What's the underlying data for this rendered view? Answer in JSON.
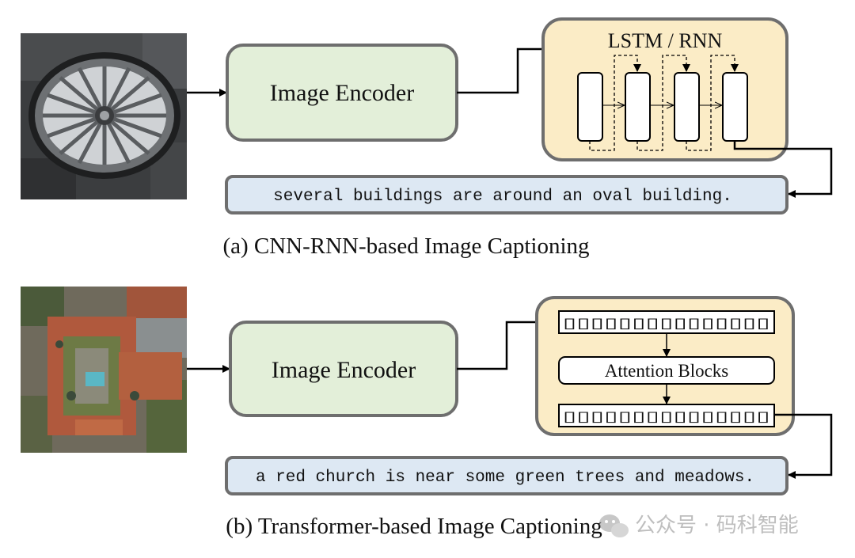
{
  "panel_a": {
    "encoder_label": "Image Encoder",
    "decoder_title": "LSTM / RNN",
    "caption_text": "several buildings are around an oval building.",
    "figure_caption": "(a) CNN-RNN-based Image Captioning",
    "image_description": "aerial-stadium-photo"
  },
  "panel_b": {
    "encoder_label": "Image Encoder",
    "token_row_top": "▯▯▯▯▯▯▯▯▯▯▯▯▯▯▯",
    "attention_label": "Attention Blocks",
    "token_row_bottom": "▯▯▯▯▯▯▯▯▯▯▯▯▯▯▯",
    "caption_text": "a red church is near some green trees and meadows.",
    "figure_caption": "(b) Transformer-based Image Captioning",
    "image_description": "aerial-church-photo"
  },
  "watermark": {
    "text": "公众号 · 码科智能",
    "icon": "wechat-icon"
  },
  "colors": {
    "encoder_fill": "#e3efd9",
    "decoder_fill": "#fbecc6",
    "caption_fill": "#dde8f3",
    "box_stroke": "#6e6e6e",
    "arrow": "#000000"
  }
}
